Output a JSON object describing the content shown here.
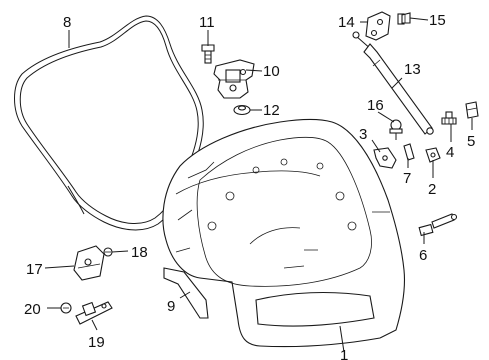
{
  "diagram": {
    "type": "exploded parts diagram",
    "callouts": [
      {
        "id": "1",
        "part": "liftgate"
      },
      {
        "id": "2",
        "part": "bracket"
      },
      {
        "id": "3",
        "part": "bracket"
      },
      {
        "id": "4",
        "part": "stud"
      },
      {
        "id": "5",
        "part": "clip"
      },
      {
        "id": "6",
        "part": "bumper"
      },
      {
        "id": "7",
        "part": "clip"
      },
      {
        "id": "8",
        "part": "weatherstrip"
      },
      {
        "id": "9",
        "part": "trim strip"
      },
      {
        "id": "10",
        "part": "hinge"
      },
      {
        "id": "11",
        "part": "bolt"
      },
      {
        "id": "12",
        "part": "grommet"
      },
      {
        "id": "13",
        "part": "lift support"
      },
      {
        "id": "14",
        "part": "upper bracket"
      },
      {
        "id": "15",
        "part": "bolt"
      },
      {
        "id": "16",
        "part": "ball stud"
      },
      {
        "id": "17",
        "part": "lock actuator"
      },
      {
        "id": "18",
        "part": "screw"
      },
      {
        "id": "19",
        "part": "striker"
      },
      {
        "id": "20",
        "part": "bolt"
      }
    ]
  }
}
